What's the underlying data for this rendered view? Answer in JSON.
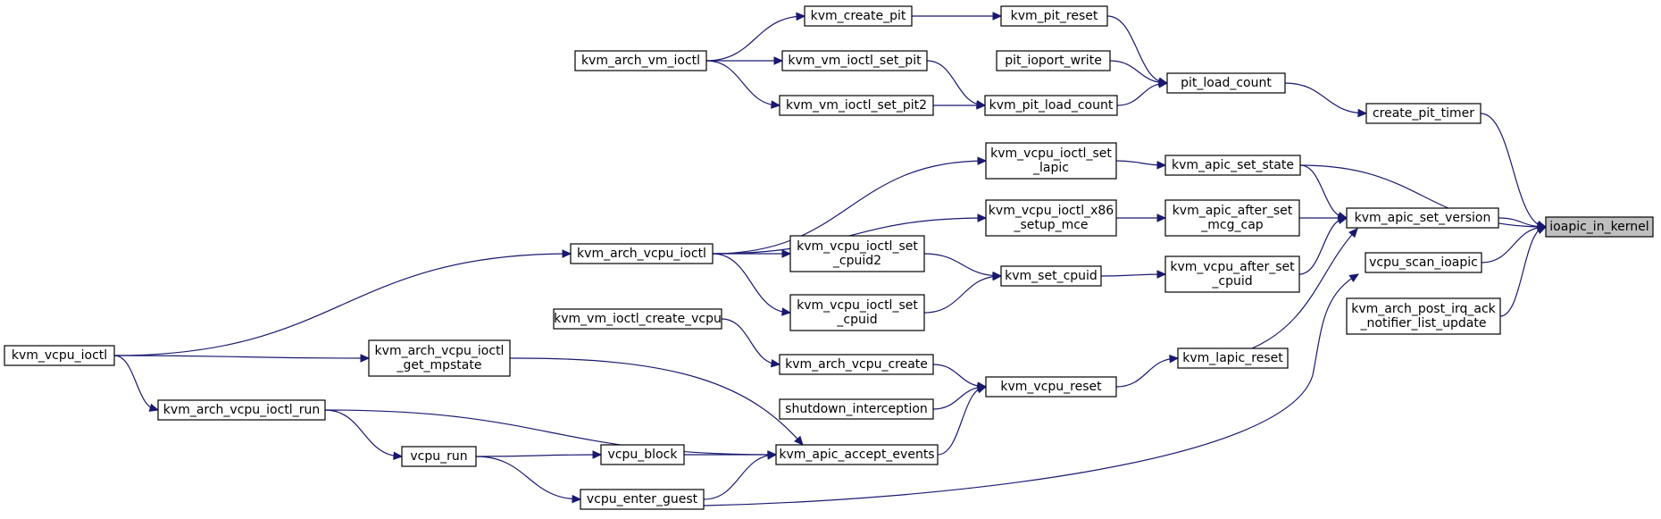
{
  "diagram": {
    "type": "call-graph",
    "root": "ioapic_in_kernel",
    "colors": {
      "edge": "#191970",
      "node_border": "#000000",
      "root_fill": "#bfbfbf",
      "node_fill": "#ffffff"
    },
    "nodes": [
      {
        "id": "ioapic_in_kernel",
        "lines": [
          "ioapic_in_kernel"
        ]
      },
      {
        "id": "create_pit_timer",
        "lines": [
          "create_pit_timer"
        ]
      },
      {
        "id": "pit_load_count",
        "lines": [
          "pit_load_count"
        ]
      },
      {
        "id": "kvm_pit_reset",
        "lines": [
          "kvm_pit_reset"
        ]
      },
      {
        "id": "kvm_create_pit",
        "lines": [
          "kvm_create_pit"
        ]
      },
      {
        "id": "kvm_arch_vm_ioctl",
        "lines": [
          "kvm_arch_vm_ioctl"
        ]
      },
      {
        "id": "pit_ioport_write",
        "lines": [
          "pit_ioport_write"
        ]
      },
      {
        "id": "kvm_pit_load_count",
        "lines": [
          "kvm_pit_load_count"
        ]
      },
      {
        "id": "kvm_vm_ioctl_set_pit",
        "lines": [
          "kvm_vm_ioctl_set_pit"
        ]
      },
      {
        "id": "kvm_vm_ioctl_set_pit2",
        "lines": [
          "kvm_vm_ioctl_set_pit2"
        ]
      },
      {
        "id": "kvm_apic_set_state",
        "lines": [
          "kvm_apic_set_state"
        ]
      },
      {
        "id": "kvm_vcpu_ioctl_set_lapic",
        "lines": [
          "kvm_vcpu_ioctl_set",
          "_lapic"
        ]
      },
      {
        "id": "kvm_arch_vcpu_ioctl",
        "lines": [
          "kvm_arch_vcpu_ioctl"
        ]
      },
      {
        "id": "kvm_vcpu_ioctl",
        "lines": [
          "kvm_vcpu_ioctl"
        ]
      },
      {
        "id": "kvm_apic_set_version",
        "lines": [
          "kvm_apic_set_version"
        ]
      },
      {
        "id": "kvm_apic_after_set_mcg_cap",
        "lines": [
          "kvm_apic_after_set",
          "_mcg_cap"
        ]
      },
      {
        "id": "kvm_vcpu_ioctl_x86_setup_mce",
        "lines": [
          "kvm_vcpu_ioctl_x86",
          "_setup_mce"
        ]
      },
      {
        "id": "kvm_vcpu_after_set_cpuid",
        "lines": [
          "kvm_vcpu_after_set",
          "_cpuid"
        ]
      },
      {
        "id": "kvm_set_cpuid",
        "lines": [
          "kvm_set_cpuid"
        ]
      },
      {
        "id": "kvm_vcpu_ioctl_set_cpuid2",
        "lines": [
          "kvm_vcpu_ioctl_set",
          "_cpuid2"
        ]
      },
      {
        "id": "kvm_vcpu_ioctl_set_cpuid",
        "lines": [
          "kvm_vcpu_ioctl_set",
          "_cpuid"
        ]
      },
      {
        "id": "kvm_lapic_reset",
        "lines": [
          "kvm_lapic_reset"
        ]
      },
      {
        "id": "kvm_vcpu_reset",
        "lines": [
          "kvm_vcpu_reset"
        ]
      },
      {
        "id": "kvm_arch_vcpu_create",
        "lines": [
          "kvm_arch_vcpu_create"
        ]
      },
      {
        "id": "kvm_vm_ioctl_create_vcpu",
        "lines": [
          "kvm_vm_ioctl_create_vcpu"
        ]
      },
      {
        "id": "shutdown_interception",
        "lines": [
          "shutdown_interception"
        ]
      },
      {
        "id": "kvm_apic_accept_events",
        "lines": [
          "kvm_apic_accept_events"
        ]
      },
      {
        "id": "kvm_arch_vcpu_ioctl_get_mpstate",
        "lines": [
          "kvm_arch_vcpu_ioctl",
          "_get_mpstate"
        ]
      },
      {
        "id": "kvm_arch_vcpu_ioctl_run",
        "lines": [
          "kvm_arch_vcpu_ioctl_run"
        ]
      },
      {
        "id": "vcpu_block",
        "lines": [
          "vcpu_block"
        ]
      },
      {
        "id": "vcpu_run",
        "lines": [
          "vcpu_run"
        ]
      },
      {
        "id": "vcpu_enter_guest",
        "lines": [
          "vcpu_enter_guest"
        ]
      },
      {
        "id": "vcpu_scan_ioapic",
        "lines": [
          "vcpu_scan_ioapic"
        ]
      },
      {
        "id": "kvm_arch_post_irq_ack_notifier_list_update",
        "lines": [
          "kvm_arch_post_irq_ack",
          "_notifier_list_update"
        ]
      }
    ],
    "edges": [
      [
        "create_pit_timer",
        "ioapic_in_kernel"
      ],
      [
        "kvm_apic_set_state",
        "ioapic_in_kernel"
      ],
      [
        "kvm_apic_set_version",
        "ioapic_in_kernel"
      ],
      [
        "vcpu_scan_ioapic",
        "ioapic_in_kernel"
      ],
      [
        "kvm_arch_post_irq_ack_notifier_list_update",
        "ioapic_in_kernel"
      ],
      [
        "pit_load_count",
        "create_pit_timer"
      ],
      [
        "kvm_pit_reset",
        "pit_load_count"
      ],
      [
        "pit_ioport_write",
        "pit_load_count"
      ],
      [
        "kvm_pit_load_count",
        "pit_load_count"
      ],
      [
        "kvm_create_pit",
        "kvm_pit_reset"
      ],
      [
        "kvm_arch_vm_ioctl",
        "kvm_create_pit"
      ],
      [
        "kvm_arch_vm_ioctl",
        "kvm_vm_ioctl_set_pit"
      ],
      [
        "kvm_arch_vm_ioctl",
        "kvm_vm_ioctl_set_pit2"
      ],
      [
        "kvm_vm_ioctl_set_pit",
        "kvm_pit_load_count"
      ],
      [
        "kvm_vm_ioctl_set_pit2",
        "kvm_pit_load_count"
      ],
      [
        "kvm_vcpu_ioctl_set_lapic",
        "kvm_apic_set_state"
      ],
      [
        "kvm_arch_vcpu_ioctl",
        "kvm_vcpu_ioctl_set_lapic"
      ],
      [
        "kvm_vcpu_ioctl",
        "kvm_arch_vcpu_ioctl"
      ],
      [
        "kvm_apic_set_state",
        "kvm_apic_set_version"
      ],
      [
        "kvm_apic_after_set_mcg_cap",
        "kvm_apic_set_version"
      ],
      [
        "kvm_vcpu_after_set_cpuid",
        "kvm_apic_set_version"
      ],
      [
        "kvm_lapic_reset",
        "kvm_apic_set_version"
      ],
      [
        "kvm_vcpu_ioctl_x86_setup_mce",
        "kvm_apic_after_set_mcg_cap"
      ],
      [
        "kvm_arch_vcpu_ioctl",
        "kvm_vcpu_ioctl_x86_setup_mce"
      ],
      [
        "kvm_set_cpuid",
        "kvm_vcpu_after_set_cpuid"
      ],
      [
        "kvm_vcpu_ioctl_set_cpuid2",
        "kvm_set_cpuid"
      ],
      [
        "kvm_vcpu_ioctl_set_cpuid",
        "kvm_set_cpuid"
      ],
      [
        "kvm_arch_vcpu_ioctl",
        "kvm_vcpu_ioctl_set_cpuid2"
      ],
      [
        "kvm_arch_vcpu_ioctl",
        "kvm_vcpu_ioctl_set_cpuid"
      ],
      [
        "kvm_vcpu_reset",
        "kvm_lapic_reset"
      ],
      [
        "kvm_arch_vcpu_create",
        "kvm_vcpu_reset"
      ],
      [
        "shutdown_interception",
        "kvm_vcpu_reset"
      ],
      [
        "kvm_apic_accept_events",
        "kvm_vcpu_reset"
      ],
      [
        "kvm_vm_ioctl_create_vcpu",
        "kvm_arch_vcpu_create"
      ],
      [
        "kvm_arch_vcpu_ioctl_get_mpstate",
        "kvm_apic_accept_events"
      ],
      [
        "kvm_arch_vcpu_ioctl_run",
        "kvm_apic_accept_events"
      ],
      [
        "vcpu_block",
        "kvm_apic_accept_events"
      ],
      [
        "vcpu_enter_guest",
        "kvm_apic_accept_events"
      ],
      [
        "kvm_vcpu_ioctl",
        "kvm_arch_vcpu_ioctl_get_mpstate"
      ],
      [
        "kvm_vcpu_ioctl",
        "kvm_arch_vcpu_ioctl_run"
      ],
      [
        "kvm_arch_vcpu_ioctl_run",
        "vcpu_run"
      ],
      [
        "vcpu_run",
        "vcpu_block"
      ],
      [
        "vcpu_run",
        "vcpu_enter_guest"
      ],
      [
        "vcpu_enter_guest",
        "vcpu_scan_ioapic"
      ]
    ]
  }
}
